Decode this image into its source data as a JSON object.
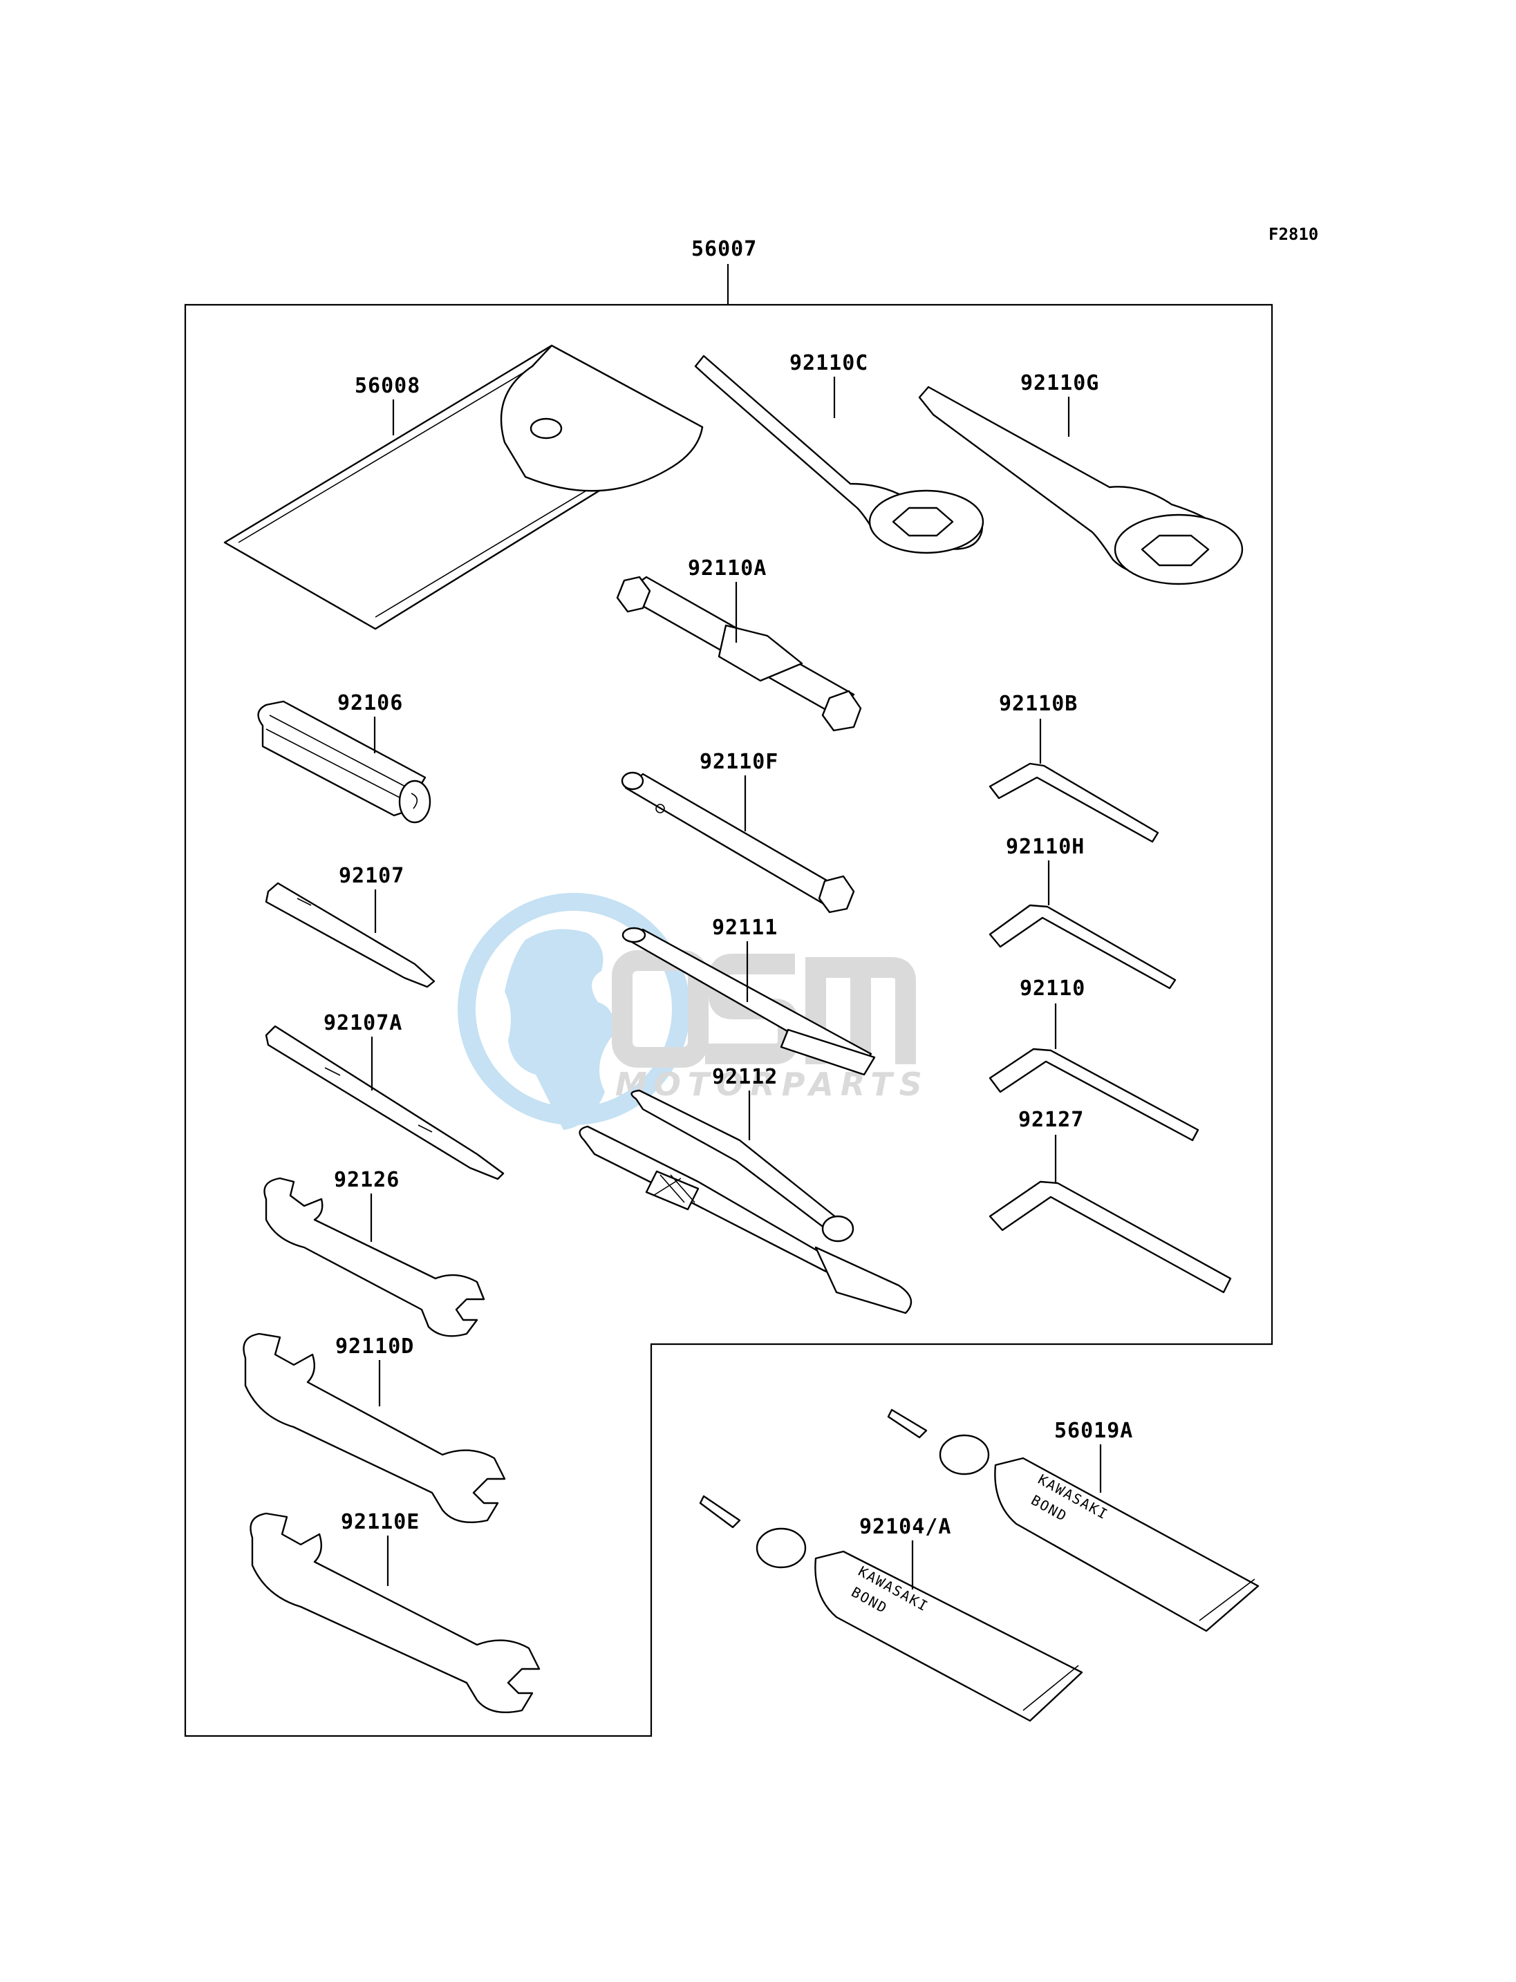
{
  "figure_code": "F2810",
  "assembly_label": "56007",
  "parts": {
    "p56008": "56008",
    "p92110C": "92110C",
    "p92110G": "92110G",
    "p92110A": "92110A",
    "p92106": "92106",
    "p92110B": "92110B",
    "p92110F": "92110F",
    "p92110H": "92110H",
    "p92107": "92107",
    "p92111": "92111",
    "p92110": "92110",
    "p92107A": "92107A",
    "p92112": "92112",
    "p92127": "92127",
    "p92126": "92126",
    "p92110D": "92110D",
    "p56019A": "56019A",
    "p92104A": "92104/A",
    "p92110E": "92110E"
  },
  "tube_text": {
    "brand": "KAWASAKI",
    "type": "BOND"
  },
  "watermark": {
    "brand": "OSM",
    "sub": "MOTORPARTS"
  },
  "colors": {
    "watermark_blue": "#bcdcf2",
    "watermark_gray": "#d4d4d4",
    "line": "#000000"
  }
}
